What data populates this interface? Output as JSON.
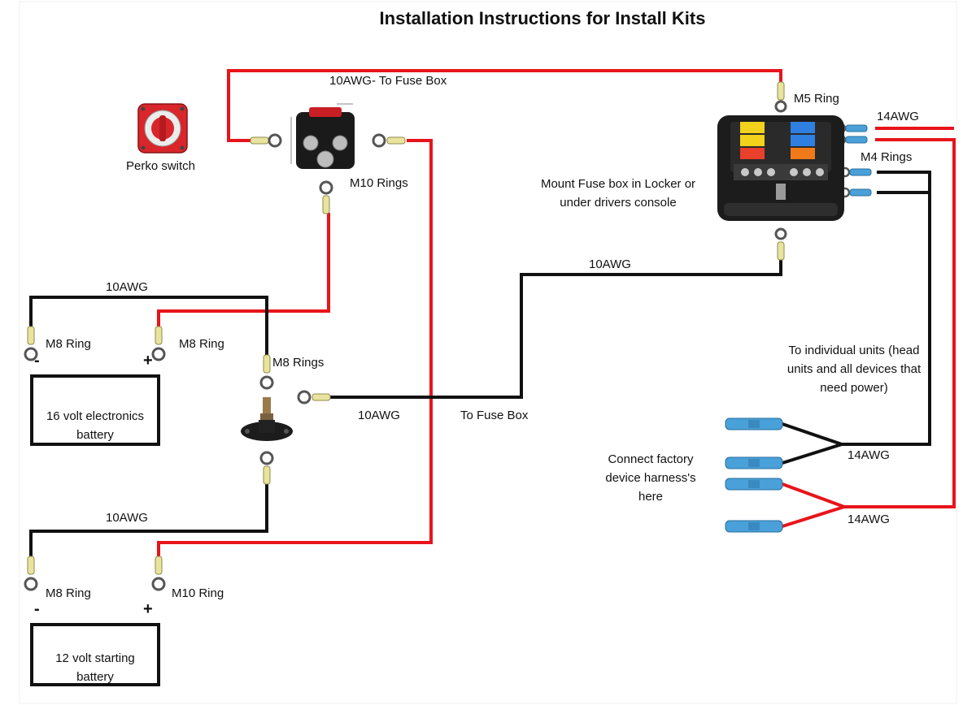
{
  "title": "Installation Instructions for Install Kits",
  "labels": {
    "awg10_fuse_top": "10AWG- To Fuse Box",
    "perko": "Perko switch",
    "m10_rings": "M10 Rings",
    "m5_ring": "M5 Ring",
    "awg14_top": "14AWG",
    "m4_rings": "M4 Rings",
    "mount_line1": "Mount Fuse box in Locker or",
    "mount_line2": "under drivers console",
    "awg10_right": "10AWG",
    "awg10_upper_left": "10AWG",
    "m8_ring_neg_upper": "M8 Ring",
    "m8_ring_pos_upper": "M8 Ring",
    "m8_rings": "M8 Rings",
    "awg10_middle": "10AWG",
    "to_fuse_box": "To Fuse Box",
    "individual_line1": "To individual units (head",
    "individual_line2": "units and all devices that",
    "individual_line3": "need power)",
    "connect_line1": "Connect  factory",
    "connect_line2": "device harness's",
    "connect_line3": "here",
    "awg14_black": "14AWG",
    "awg14_red": "14AWG",
    "awg10_lower_left": "10AWG",
    "m8_ring_neg_lower": "M8 Ring",
    "m10_ring_pos_lower": "M10 Ring"
  },
  "signs": {
    "neg_upper": "-",
    "pos_upper": "+",
    "neg_lower": "-",
    "pos_lower": "+"
  },
  "batteries": {
    "electronics": {
      "line1": "16 volt electronics",
      "line2": "battery"
    },
    "starting": {
      "line1": "12 volt starting",
      "line2": "battery"
    }
  },
  "colors": {
    "wire_red": "#e8141b",
    "wire_black": "#111111",
    "terminal_yellow": "#e8e4a0",
    "heatshrink_blue": "#4aa0d8",
    "fuse_yellow": "#f2d21a",
    "fuse_blue": "#2f7fe0",
    "fuse_red": "#e8402a",
    "fuse_orange": "#f07a1a"
  },
  "icons": {
    "perko_switch": "perko-switch-icon",
    "battery_switch": "battery-switch-icon",
    "fuse_box": "fuse-box-icon",
    "bus_stud": "bus-stud-icon",
    "ring_terminal": "ring-terminal-icon",
    "butt_connector": "butt-connector-icon"
  }
}
